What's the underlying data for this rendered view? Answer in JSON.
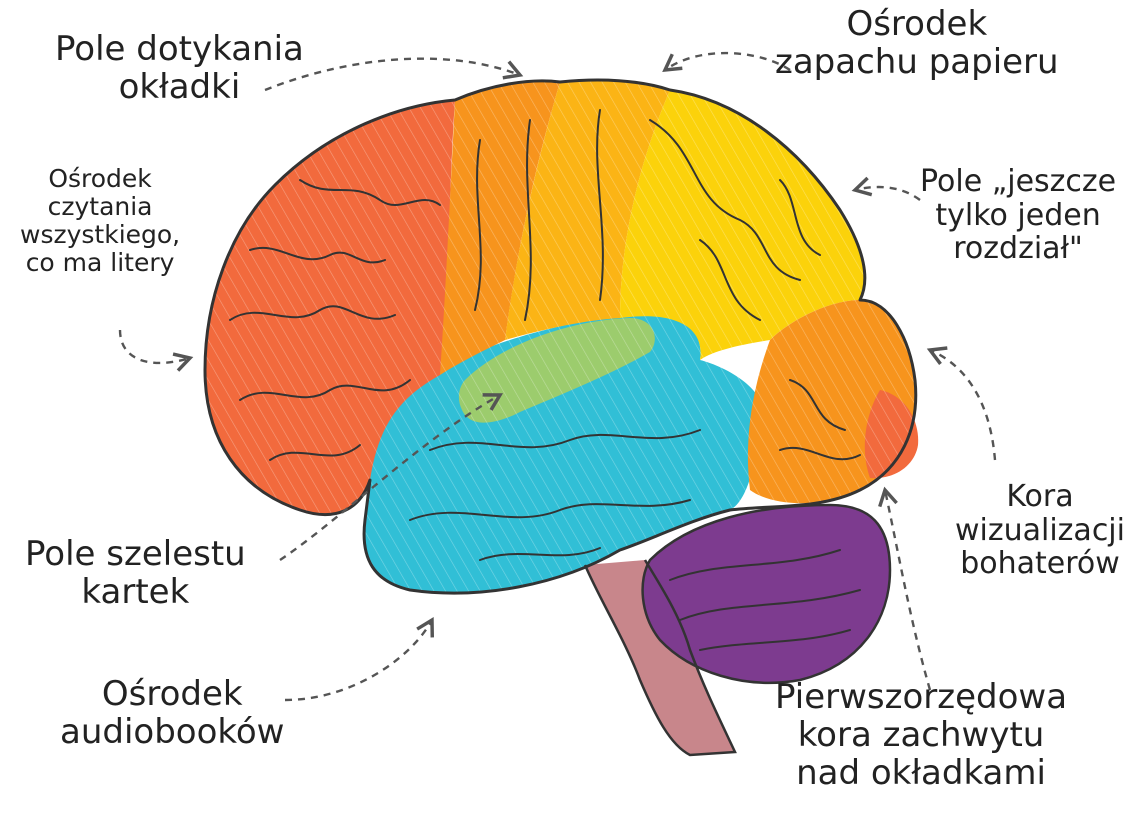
{
  "colors": {
    "frontal": "#f26a3d",
    "premotor": "#f7941d",
    "motor": "#fbb415",
    "parietal": "#fbd20b",
    "occipital": "#f7941d",
    "occipital_tip": "#f26a3d",
    "temporal": "#31bfd6",
    "insula": "#9ccc6d",
    "cerebellum": "#7d3b8f",
    "brainstem": "#c8868b",
    "outline": "#333333",
    "arrow": "#555555",
    "text": "#222222"
  },
  "labels": {
    "touch_cover": [
      "Pole dotykania",
      "okładki"
    ],
    "paper_smell": [
      "Ośrodek",
      "zapachu papieru"
    ],
    "read_everything": [
      "Ośrodek",
      "czytania",
      "wszystkiego,",
      "co ma litery"
    ],
    "one_more_chapter": [
      "Pole „jeszcze",
      "tylko jeden",
      "rozdział\""
    ],
    "visualize_heroes": [
      "Kora",
      "wizualizacji",
      "bohaterów"
    ],
    "page_rustle": [
      "Pole szelestu",
      "kartek"
    ],
    "audiobooks": [
      "Ośrodek",
      "audiobooków"
    ],
    "cover_delight": [
      "Pierwszorzędowa",
      "kora zachwytu",
      "nad okładkami"
    ]
  }
}
